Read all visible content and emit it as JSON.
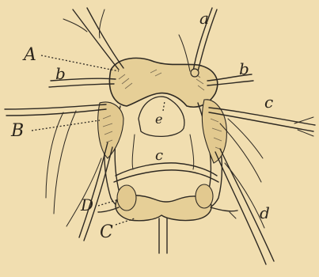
{
  "figure": {
    "background": "#f1deb0",
    "ink": "#2e2922",
    "labels": {
      "a": "a",
      "A": "A",
      "b_left": "b",
      "b_right": "b",
      "c_right": "c",
      "c_center": "c",
      "e": "e",
      "B": "B",
      "D": "D",
      "d": "d",
      "C": "C"
    }
  }
}
